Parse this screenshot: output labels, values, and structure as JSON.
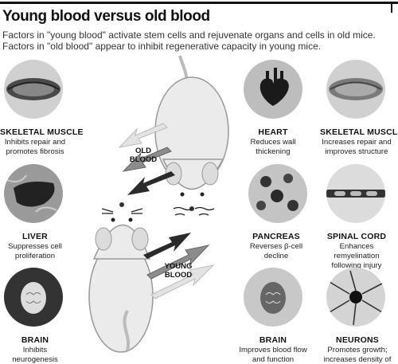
{
  "header": {
    "title": "Young blood versus old blood",
    "subtitle": "Factors in \"young blood\" activate stem cells and rejuvenate organs and cells in old mice. Factors in \"old blood\" appear to inhibit regenerative capacity in young mice."
  },
  "arrows": {
    "old_blood": "OLD BLOOD",
    "young_blood": "YOUNG BLOOD"
  },
  "left_organs": [
    {
      "name": "SKELETAL MUSCLE",
      "effect": "Inhibits repair and promotes fibrosis",
      "icon": "muscle-icon"
    },
    {
      "name": "LIVER",
      "effect": "Suppresses cell proliferation",
      "icon": "liver-icon"
    },
    {
      "name": "BRAIN",
      "effect": "Inhibits neurogenesis",
      "icon": "brain-icon"
    }
  ],
  "right_organs": [
    {
      "name": "HEART",
      "effect": "Reduces wall thickening",
      "icon": "heart-icon"
    },
    {
      "name": "SKELETAL MUSCLE",
      "effect": "Increases repair and improves structure",
      "icon": "muscle-icon"
    },
    {
      "name": "PANCREAS",
      "effect": "Reverses β-cell decline",
      "icon": "pancreas-icon"
    },
    {
      "name": "SPINAL CORD",
      "effect": "Enhances remyelination following injury",
      "icon": "spinal-cord-icon"
    },
    {
      "name": "BRAIN",
      "effect": "Improves blood flow and function",
      "icon": "brain-icon"
    },
    {
      "name": "NEURONS",
      "effect": "Promotes growth; increases density of spines",
      "icon": "neuron-icon"
    }
  ],
  "colors": {
    "dark": "#1a1a1a",
    "light_gray": "#d9d9d9",
    "mid_gray": "#8c8c8c",
    "arrow_light": "#e3e3e3"
  }
}
